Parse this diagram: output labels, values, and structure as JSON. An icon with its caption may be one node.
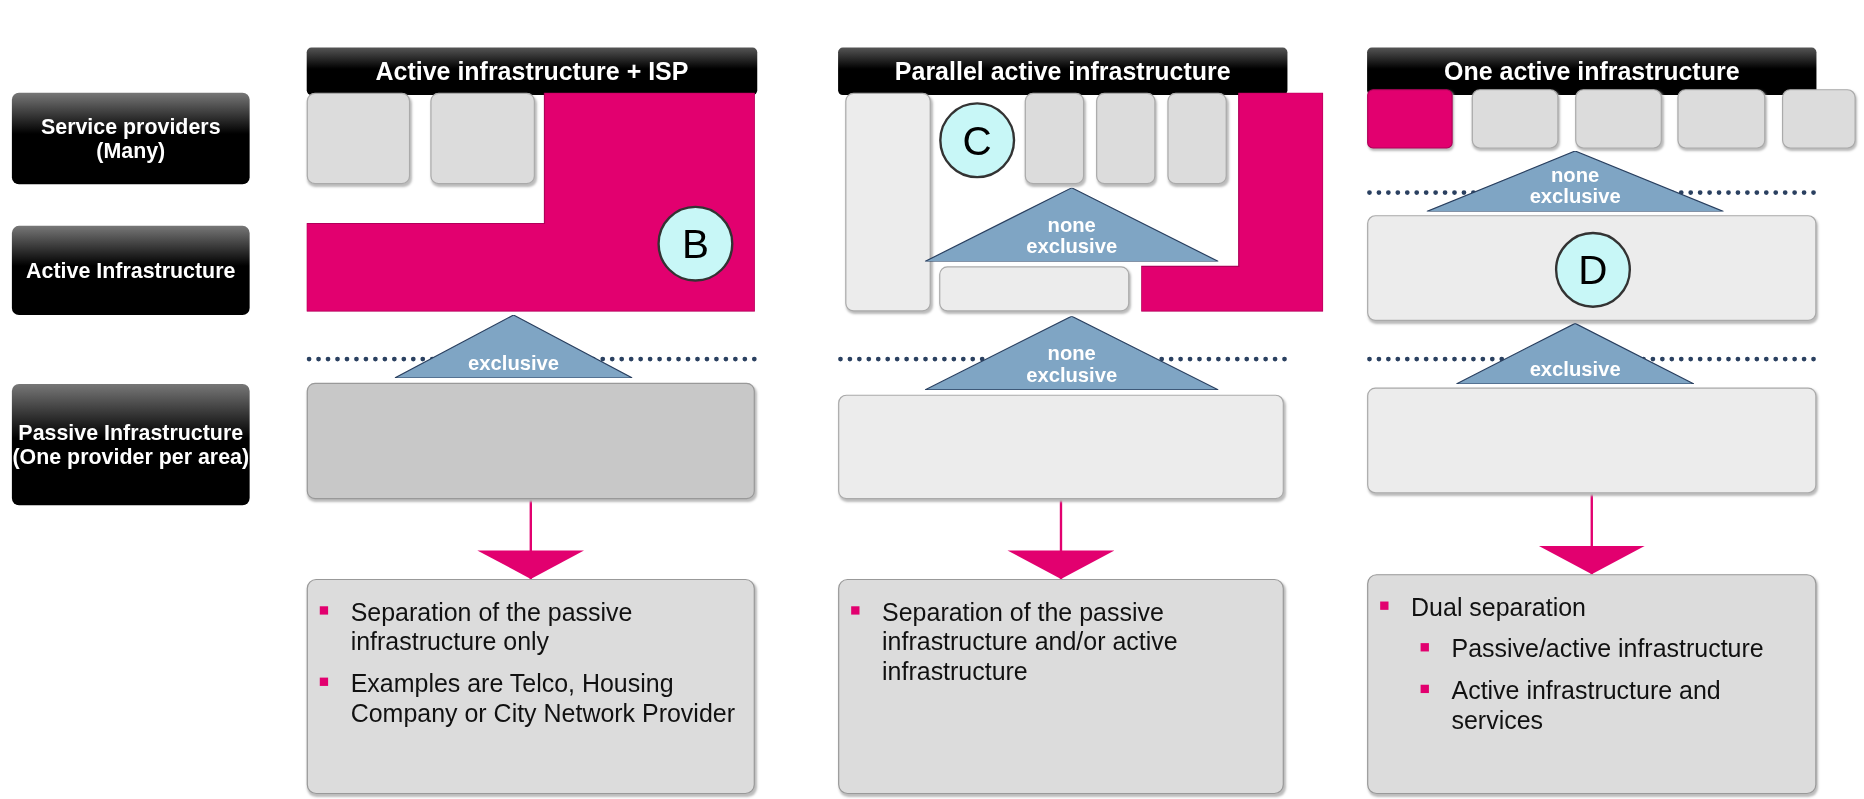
{
  "diagram": {
    "nodes": [
      {
        "text": [
          "Active infrastructure + ISP"
        ]
      },
      {
        "text": [
          "Parallel active infrastructure"
        ]
      },
      {
        "text": [
          "One active infrastructure"
        ]
      },
      {
        "text": [
          "Service providers (Many)"
        ]
      },
      {
        "text": [
          "Active Infrastructure"
        ]
      },
      {
        "text": [
          "Passive Infrastructure (One provider per area)"
        ]
      },
      {
        "text": [],
        "shape": "box"
      },
      {
        "text": [],
        "shape": "box"
      },
      {
        "text": [],
        "shape": "box"
      },
      {
        "text": [
          "B"
        ],
        "in": 8
      },
      {
        "text": [
          "exclusive"
        ]
      },
      {
        "text": [],
        "shape": "box"
      },
      {
        "text": [
          "Separation of the passive infrastructure only",
          "Examples are Telco, Housing Company or City Network Provider"
        ]
      },
      {
        "text": [],
        "shape": "box"
      },
      {
        "text": [
          "C"
        ]
      },
      {
        "text": [],
        "shape": "box"
      },
      {
        "text": [],
        "shape": "box"
      },
      {
        "text": [],
        "shape": "box"
      },
      {
        "text": [],
        "shape": "box"
      },
      {
        "text": [],
        "shape": "box"
      },
      {
        "text": [
          "none exclusive"
        ]
      },
      {
        "text": [
          "none exclusive"
        ]
      },
      {
        "text": [],
        "shape": "box"
      },
      {
        "text": [
          "Separation of the passive infrastructure and/or active infrastructure"
        ]
      },
      {
        "text": [],
        "shape": "box"
      },
      {
        "text": [],
        "shape": "box"
      },
      {
        "text": [],
        "shape": "box"
      },
      {
        "text": [],
        "shape": "box"
      },
      {
        "text": [],
        "shape": "box"
      },
      {
        "text": [
          "none exclusive"
        ]
      },
      {
        "text": [],
        "shape": "box"
      },
      {
        "text": [
          "D"
        ],
        "in": 30
      },
      {
        "text": [
          "exclusive"
        ]
      },
      {
        "text": [],
        "shape": "box"
      },
      {
        "text": [
          "Dual separation",
          "Passive/active infrastructure",
          "Active infrastructure and services"
        ]
      }
    ],
    "edges": [
      {
        "from": 11,
        "to": 12,
        "arrow": "to"
      },
      {
        "from": 22,
        "to": 23,
        "arrow": "to"
      },
      {
        "from": 33,
        "to": 34,
        "arrow": "to"
      }
    ]
  }
}
